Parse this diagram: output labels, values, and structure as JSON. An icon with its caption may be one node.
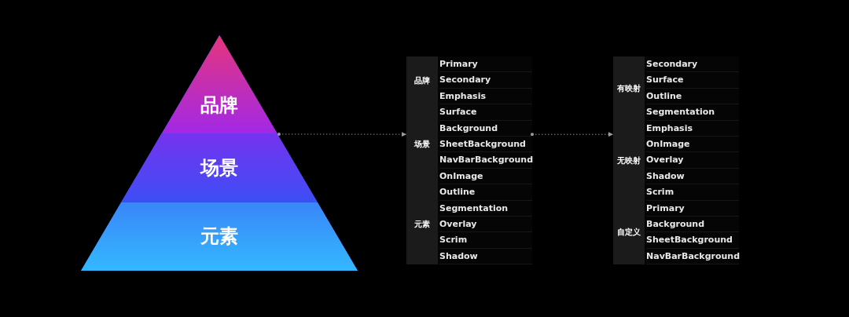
{
  "diagram": {
    "nodes": [
      {
        "text": [],
        "shape": "triangle"
      },
      {
        "text": [
          "品牌"
        ],
        "in": 0
      },
      {
        "text": [
          "场景"
        ],
        "in": 0
      },
      {
        "text": [
          "元素"
        ],
        "in": 0
      },
      {
        "text": [],
        "shape": "box"
      },
      {
        "text": [
          "品牌",
          "Primary",
          "Secondary",
          "Emphasis"
        ],
        "in": 4
      },
      {
        "text": [
          "场景",
          "Surface",
          "Background",
          "SheetBackground",
          "NavBarBackground",
          "OnImage"
        ],
        "in": 4
      },
      {
        "text": [
          "元素",
          "Outline",
          "Segmentation",
          "Overlay",
          "Scrim",
          "Shadow"
        ],
        "in": 4
      },
      {
        "text": [],
        "shape": "box"
      },
      {
        "text": [
          "有映射",
          "Secondary",
          "Surface",
          "Outline",
          "Segmentation"
        ],
        "in": 8
      },
      {
        "text": [
          "无映射",
          "Emphasis",
          "OnImage",
          "Overlay",
          "Shadow",
          "Scrim"
        ],
        "in": 8
      },
      {
        "text": [
          "自定义",
          "Primary",
          "Background",
          "SheetBackground",
          "NavBarBackground"
        ],
        "in": 8
      }
    ],
    "edges": [
      {
        "from": 0,
        "to": 4,
        "arrow": "to",
        "style": "dashed"
      },
      {
        "from": 4,
        "to": 8,
        "arrow": "to",
        "style": "dashed"
      }
    ]
  }
}
